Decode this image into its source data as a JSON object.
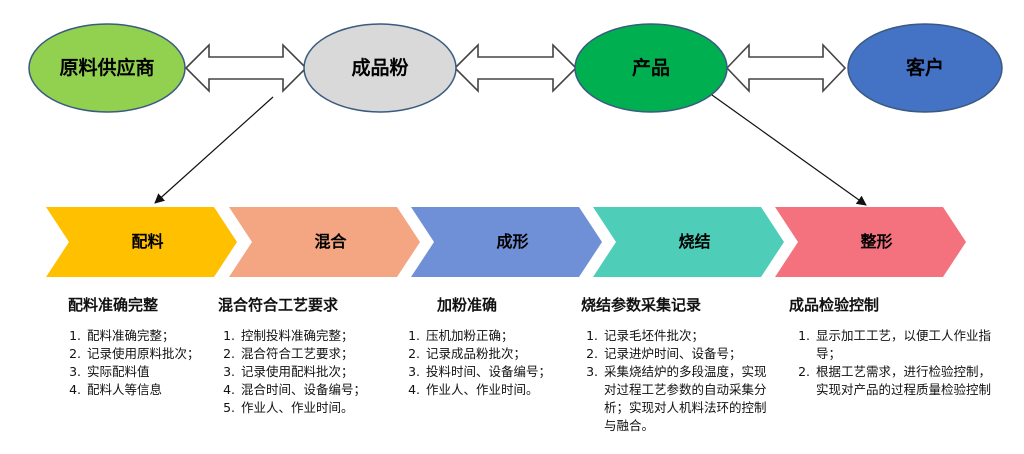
{
  "colors": {
    "supplier": "#92d050",
    "powder": "#d9d9d9",
    "product": "#00b050",
    "customer": "#4472c4",
    "step_batching": "#ffc000",
    "step_mixing": "#f4a582",
    "step_forming": "#6f8fd6",
    "step_sintering": "#4ecdb8",
    "step_finishing": "#f4727e"
  },
  "top_nodes": [
    {
      "label": "原料供应商"
    },
    {
      "label": "成品粉"
    },
    {
      "label": "产品"
    },
    {
      "label": "客户"
    }
  ],
  "steps": [
    {
      "label": "配料"
    },
    {
      "label": "混合"
    },
    {
      "label": "成形"
    },
    {
      "label": "烧结"
    },
    {
      "label": "整形"
    }
  ],
  "sections": [
    {
      "title": "配料准确完整",
      "items": [
        "配料准确完整；",
        "记录使用原料批次；",
        "实际配料值",
        "配料人等信息"
      ]
    },
    {
      "title": "混合符合工艺要求",
      "items": [
        " 控制投料准确完整；",
        "混合符合工艺要求；",
        "记录使用配料批次；",
        "混合时间、设备编号；",
        "作业人、作业时间。"
      ]
    },
    {
      "title": "加粉准确",
      "items": [
        "压机加粉正确；",
        "记录成品粉批次；",
        "投料时间、设备编号；",
        "作业人、作业时间。"
      ]
    },
    {
      "title": "烧结参数采集记录",
      "items": [
        "记录毛坯件批次；",
        "记录进炉时间、设备号；",
        "采集烧结炉的多段温度，实现对过程工艺参数的自动采集分析；实现对人机料法环的控制与融合。"
      ]
    },
    {
      "title": "成品检验控制",
      "items": [
        "显示加工工艺，以便工人作业指导；",
        "根据工艺需求，进行检验控制，实现对产品的过程质量检验控制"
      ]
    }
  ]
}
